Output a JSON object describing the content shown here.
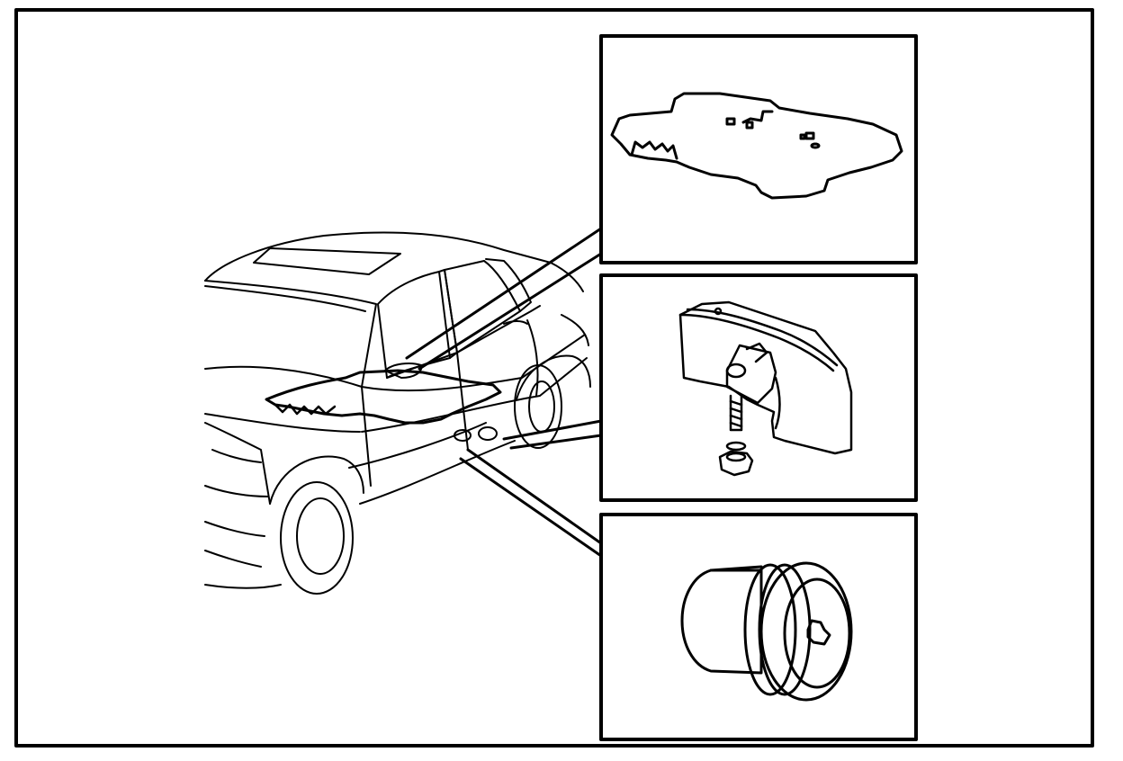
{
  "diagram": {
    "title": "",
    "callouts": [
      {
        "id": "floor-mat",
        "part": "insulation-mat-detail"
      },
      {
        "id": "bracket",
        "part": "mounting-bracket-bolt-nut-detail"
      },
      {
        "id": "plug",
        "part": "rubber-plug-detail"
      }
    ]
  },
  "colors": {
    "ink": "#000000",
    "paper": "#ffffff"
  }
}
